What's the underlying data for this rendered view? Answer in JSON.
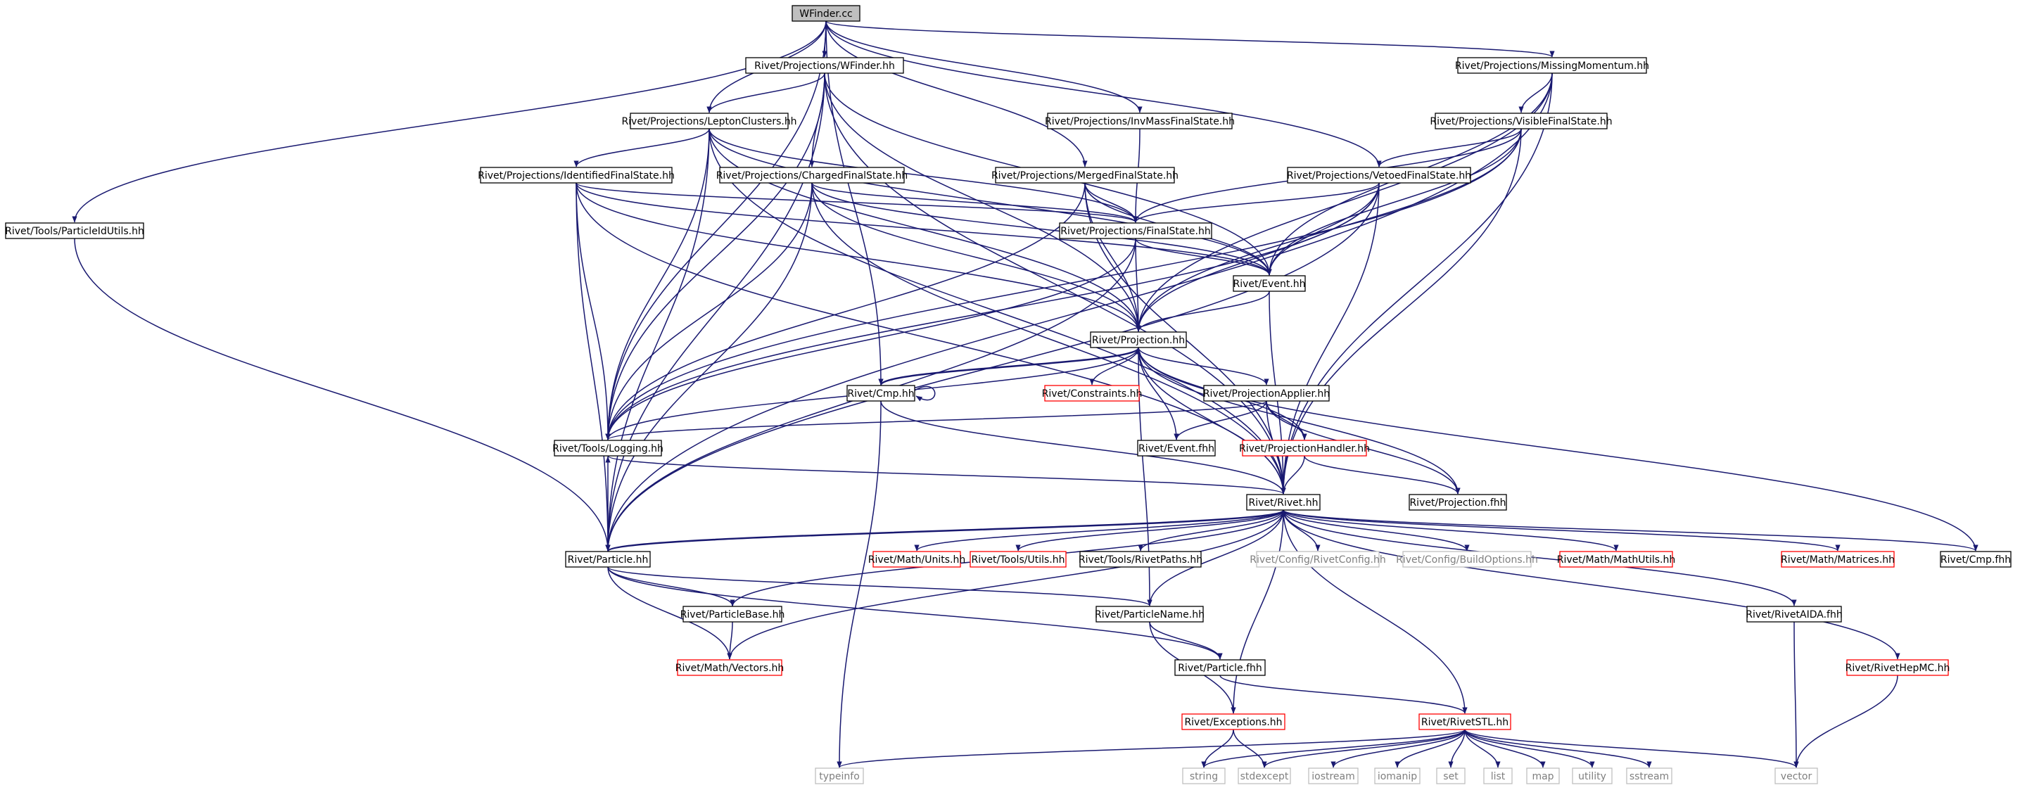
{
  "diagram": {
    "title": "",
    "colors": {
      "edge": "#191970",
      "node_border": "#000000",
      "root_fill": "#bfbfbf",
      "missing_border": "#ff0000",
      "system_border": "#bfbfbf",
      "system_text": "#7f7f7f"
    },
    "nodes": [
      {
        "id": "wfinder_cc",
        "label": "WFinder.cc",
        "kind": "root"
      },
      {
        "id": "proj_wfinder",
        "label": "Rivet/Projections/WFinder.hh",
        "kind": "normal"
      },
      {
        "id": "proj_missing",
        "label": "Rivet/Projections/MissingMomentum.hh",
        "kind": "normal"
      },
      {
        "id": "proj_lepton",
        "label": "Rivet/Projections/LeptonClusters.hh",
        "kind": "normal"
      },
      {
        "id": "proj_invmass",
        "label": "Rivet/Projections/InvMassFinalState.hh",
        "kind": "normal"
      },
      {
        "id": "proj_visible",
        "label": "Rivet/Projections/VisibleFinalState.hh",
        "kind": "normal"
      },
      {
        "id": "proj_identified",
        "label": "Rivet/Projections/IdentifiedFinalState.hh",
        "kind": "normal"
      },
      {
        "id": "proj_charged",
        "label": "Rivet/Projections/ChargedFinalState.hh",
        "kind": "normal"
      },
      {
        "id": "proj_merged",
        "label": "Rivet/Projections/MergedFinalState.hh",
        "kind": "normal"
      },
      {
        "id": "proj_vetoed",
        "label": "Rivet/Projections/VetoedFinalState.hh",
        "kind": "normal"
      },
      {
        "id": "particleidutils",
        "label": "Rivet/Tools/ParticleIdUtils.hh",
        "kind": "normal"
      },
      {
        "id": "proj_finalstate",
        "label": "Rivet/Projections/FinalState.hh",
        "kind": "normal"
      },
      {
        "id": "event_hh",
        "label": "Rivet/Event.hh",
        "kind": "normal"
      },
      {
        "id": "projection_hh",
        "label": "Rivet/Projection.hh",
        "kind": "normal"
      },
      {
        "id": "cmp_hh",
        "label": "Rivet/Cmp.hh",
        "kind": "normal"
      },
      {
        "id": "constraints",
        "label": "Rivet/Constraints.hh",
        "kind": "missing"
      },
      {
        "id": "projapplier",
        "label": "Rivet/ProjectionApplier.hh",
        "kind": "normal"
      },
      {
        "id": "logging",
        "label": "Rivet/Tools/Logging.hh",
        "kind": "normal"
      },
      {
        "id": "event_fhh",
        "label": "Rivet/Event.fhh",
        "kind": "normal"
      },
      {
        "id": "projhandler",
        "label": "Rivet/ProjectionHandler.hh",
        "kind": "missing"
      },
      {
        "id": "rivet_hh",
        "label": "Rivet/Rivet.hh",
        "kind": "normal"
      },
      {
        "id": "projection_fhh",
        "label": "Rivet/Projection.fhh",
        "kind": "normal"
      },
      {
        "id": "particle_hh",
        "label": "Rivet/Particle.hh",
        "kind": "normal"
      },
      {
        "id": "units",
        "label": "Rivet/Math/Units.hh",
        "kind": "missing"
      },
      {
        "id": "utils",
        "label": "Rivet/Tools/Utils.hh",
        "kind": "missing"
      },
      {
        "id": "rivetpaths",
        "label": "Rivet/Tools/RivetPaths.hh",
        "kind": "normal"
      },
      {
        "id": "rivetconfig",
        "label": "Rivet/Config/RivetConfig.hh",
        "kind": "system"
      },
      {
        "id": "buildoptions",
        "label": "Rivet/Config/BuildOptions.hh",
        "kind": "system"
      },
      {
        "id": "mathutils",
        "label": "Rivet/Math/MathUtils.hh",
        "kind": "missing"
      },
      {
        "id": "matrices",
        "label": "Rivet/Math/Matrices.hh",
        "kind": "missing"
      },
      {
        "id": "cmp_fhh",
        "label": "Rivet/Cmp.fhh",
        "kind": "normal"
      },
      {
        "id": "particlebase",
        "label": "Rivet/ParticleBase.hh",
        "kind": "normal"
      },
      {
        "id": "particlename",
        "label": "Rivet/ParticleName.hh",
        "kind": "normal"
      },
      {
        "id": "rivetaida",
        "label": "Rivet/RivetAIDA.fhh",
        "kind": "normal"
      },
      {
        "id": "vectors",
        "label": "Rivet/Math/Vectors.hh",
        "kind": "missing"
      },
      {
        "id": "particle_fhh",
        "label": "Rivet/Particle.fhh",
        "kind": "normal"
      },
      {
        "id": "rivethepmc",
        "label": "Rivet/RivetHepMC.hh",
        "kind": "missing"
      },
      {
        "id": "exceptions",
        "label": "Rivet/Exceptions.hh",
        "kind": "missing"
      },
      {
        "id": "rivetstl",
        "label": "Rivet/RivetSTL.hh",
        "kind": "missing"
      },
      {
        "id": "typeinfo",
        "label": "typeinfo",
        "kind": "system"
      },
      {
        "id": "string",
        "label": "string",
        "kind": "system"
      },
      {
        "id": "stdexcept",
        "label": "stdexcept",
        "kind": "system"
      },
      {
        "id": "iostream",
        "label": "iostream",
        "kind": "system"
      },
      {
        "id": "iomanip",
        "label": "iomanip",
        "kind": "system"
      },
      {
        "id": "set",
        "label": "set",
        "kind": "system"
      },
      {
        "id": "list",
        "label": "list",
        "kind": "system"
      },
      {
        "id": "map",
        "label": "map",
        "kind": "system"
      },
      {
        "id": "utility",
        "label": "utility",
        "kind": "system"
      },
      {
        "id": "sstream",
        "label": "sstream",
        "kind": "system"
      },
      {
        "id": "vector",
        "label": "vector",
        "kind": "system"
      }
    ],
    "edges": [
      [
        "wfinder_cc",
        "proj_wfinder"
      ],
      [
        "wfinder_cc",
        "proj_missing"
      ],
      [
        "wfinder_cc",
        "proj_lepton"
      ],
      [
        "wfinder_cc",
        "proj_invmass"
      ],
      [
        "wfinder_cc",
        "proj_merged"
      ],
      [
        "wfinder_cc",
        "proj_vetoed"
      ],
      [
        "wfinder_cc",
        "particleidutils"
      ],
      [
        "wfinder_cc",
        "logging"
      ],
      [
        "wfinder_cc",
        "cmp_hh"
      ],
      [
        "proj_wfinder",
        "proj_lepton"
      ],
      [
        "proj_wfinder",
        "proj_charged"
      ],
      [
        "proj_wfinder",
        "projection_hh"
      ],
      [
        "proj_wfinder",
        "event_hh"
      ],
      [
        "proj_wfinder",
        "rivet_hh"
      ],
      [
        "proj_wfinder",
        "particle_hh"
      ],
      [
        "proj_wfinder",
        "logging"
      ],
      [
        "proj_missing",
        "proj_visible"
      ],
      [
        "proj_missing",
        "projection_hh"
      ],
      [
        "proj_missing",
        "event_hh"
      ],
      [
        "proj_missing",
        "rivet_hh"
      ],
      [
        "proj_missing",
        "particle_hh"
      ],
      [
        "proj_lepton",
        "proj_identified"
      ],
      [
        "proj_lepton",
        "proj_finalstate"
      ],
      [
        "proj_lepton",
        "event_hh"
      ],
      [
        "proj_lepton",
        "projection_hh"
      ],
      [
        "proj_lepton",
        "rivet_hh"
      ],
      [
        "proj_lepton",
        "particle_hh"
      ],
      [
        "proj_lepton",
        "logging"
      ],
      [
        "proj_invmass",
        "proj_finalstate"
      ],
      [
        "proj_visible",
        "proj_vetoed"
      ],
      [
        "proj_visible",
        "proj_finalstate"
      ],
      [
        "proj_visible",
        "event_hh"
      ],
      [
        "proj_visible",
        "projection_hh"
      ],
      [
        "proj_visible",
        "rivet_hh"
      ],
      [
        "proj_visible",
        "logging"
      ],
      [
        "proj_identified",
        "proj_finalstate"
      ],
      [
        "proj_identified",
        "event_hh"
      ],
      [
        "proj_identified",
        "projection_hh"
      ],
      [
        "proj_identified",
        "rivet_hh"
      ],
      [
        "proj_identified",
        "particle_hh"
      ],
      [
        "proj_identified",
        "logging"
      ],
      [
        "proj_charged",
        "proj_finalstate"
      ],
      [
        "proj_charged",
        "event_hh"
      ],
      [
        "proj_charged",
        "projection_hh"
      ],
      [
        "proj_charged",
        "rivet_hh"
      ],
      [
        "proj_charged",
        "particle_hh"
      ],
      [
        "proj_charged",
        "logging"
      ],
      [
        "proj_merged",
        "proj_finalstate"
      ],
      [
        "proj_merged",
        "event_hh"
      ],
      [
        "proj_merged",
        "projection_hh"
      ],
      [
        "proj_merged",
        "rivet_hh"
      ],
      [
        "proj_merged",
        "logging"
      ],
      [
        "proj_vetoed",
        "proj_finalstate"
      ],
      [
        "proj_vetoed",
        "event_hh"
      ],
      [
        "proj_vetoed",
        "projection_hh"
      ],
      [
        "proj_vetoed",
        "rivet_hh"
      ],
      [
        "proj_vetoed",
        "particle_hh"
      ],
      [
        "proj_vetoed",
        "logging"
      ],
      [
        "particleidutils",
        "particle_hh"
      ],
      [
        "proj_finalstate",
        "event_hh"
      ],
      [
        "proj_finalstate",
        "projection_hh"
      ],
      [
        "proj_finalstate",
        "particle_hh"
      ],
      [
        "proj_finalstate",
        "logging"
      ],
      [
        "event_hh",
        "projection_hh"
      ],
      [
        "event_hh",
        "rivet_hh"
      ],
      [
        "projection_hh",
        "cmp_hh"
      ],
      [
        "projection_hh",
        "constraints"
      ],
      [
        "projection_hh",
        "projapplier"
      ],
      [
        "projection_hh",
        "event_fhh"
      ],
      [
        "projection_hh",
        "projhandler"
      ],
      [
        "projection_hh",
        "rivet_hh"
      ],
      [
        "projection_hh",
        "projection_fhh"
      ],
      [
        "projection_hh",
        "cmp_fhh"
      ],
      [
        "projection_hh",
        "logging"
      ],
      [
        "projection_hh",
        "particlename"
      ],
      [
        "cmp_hh",
        "cmp_hh"
      ],
      [
        "cmp_hh",
        "projection_hh"
      ],
      [
        "cmp_hh",
        "rivet_hh"
      ],
      [
        "cmp_hh",
        "typeinfo"
      ],
      [
        "projapplier",
        "logging"
      ],
      [
        "projapplier",
        "event_fhh"
      ],
      [
        "projapplier",
        "projhandler"
      ],
      [
        "projapplier",
        "rivet_hh"
      ],
      [
        "projapplier",
        "projection_fhh"
      ],
      [
        "logging",
        "rivet_hh"
      ],
      [
        "projhandler",
        "rivet_hh"
      ],
      [
        "projhandler",
        "projection_fhh"
      ],
      [
        "rivet_hh",
        "particle_hh"
      ],
      [
        "rivet_hh",
        "units"
      ],
      [
        "rivet_hh",
        "utils"
      ],
      [
        "rivet_hh",
        "rivetpaths"
      ],
      [
        "rivet_hh",
        "rivetconfig"
      ],
      [
        "rivet_hh",
        "buildoptions"
      ],
      [
        "rivet_hh",
        "mathutils"
      ],
      [
        "rivet_hh",
        "matrices"
      ],
      [
        "rivet_hh",
        "cmp_fhh"
      ],
      [
        "rivet_hh",
        "particlename"
      ],
      [
        "rivet_hh",
        "rivetaida"
      ],
      [
        "rivet_hh",
        "vectors"
      ],
      [
        "rivet_hh",
        "rivethepmc"
      ],
      [
        "rivet_hh",
        "exceptions"
      ],
      [
        "rivet_hh",
        "rivetstl"
      ],
      [
        "particle_hh",
        "rivet_hh"
      ],
      [
        "particle_hh",
        "logging"
      ],
      [
        "particle_hh",
        "particlebase"
      ],
      [
        "particle_hh",
        "particlename"
      ],
      [
        "particle_hh",
        "vectors"
      ],
      [
        "particle_hh",
        "particle_fhh"
      ],
      [
        "particlebase",
        "rivet_hh"
      ],
      [
        "particlebase",
        "vectors"
      ],
      [
        "particlename",
        "particle_fhh"
      ],
      [
        "particlename",
        "exceptions"
      ],
      [
        "particle_fhh",
        "rivetstl"
      ],
      [
        "rivetaida",
        "vector"
      ],
      [
        "rivethepmc",
        "vector"
      ],
      [
        "exceptions",
        "string"
      ],
      [
        "exceptions",
        "stdexcept"
      ],
      [
        "rivetstl",
        "typeinfo"
      ],
      [
        "rivetstl",
        "string"
      ],
      [
        "rivetstl",
        "stdexcept"
      ],
      [
        "rivetstl",
        "iostream"
      ],
      [
        "rivetstl",
        "iomanip"
      ],
      [
        "rivetstl",
        "set"
      ],
      [
        "rivetstl",
        "list"
      ],
      [
        "rivetstl",
        "map"
      ],
      [
        "rivetstl",
        "utility"
      ],
      [
        "rivetstl",
        "sstream"
      ],
      [
        "rivetstl",
        "vector"
      ]
    ]
  }
}
